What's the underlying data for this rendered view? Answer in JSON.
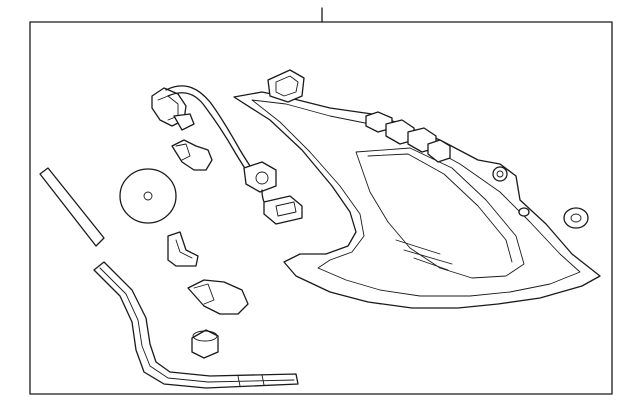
{
  "diagram": {
    "parts": [
      "tail-lamp-assembly",
      "bulb-socket-upper",
      "wedge-bulb-upper",
      "wiring-harness",
      "harness-connector",
      "gasket-strip",
      "round-gasket",
      "bracket-clip",
      "wedge-bulb-lower",
      "bracket-trim-strip",
      "bumper-pad",
      "grommet-nut"
    ],
    "colors": {
      "line": "#1a1a1a",
      "background": "#ffffff"
    }
  }
}
